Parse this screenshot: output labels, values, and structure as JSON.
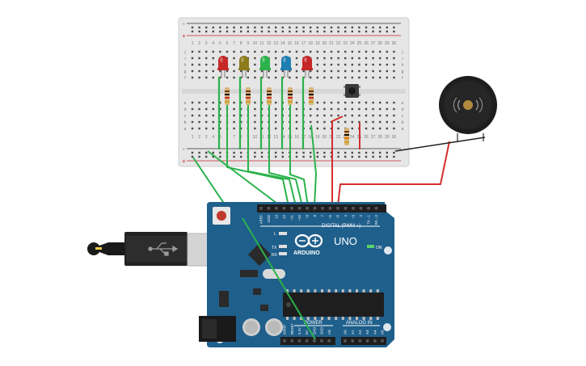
{
  "breadboard": {
    "rail_plus": "+",
    "rail_minus": "-",
    "row_letters_top": [
      "j",
      "i",
      "h",
      "g",
      "f"
    ],
    "row_letters_bottom": [
      "e",
      "d",
      "c",
      "b",
      "a"
    ],
    "column_numbers": [
      "1",
      "2",
      "3",
      "4",
      "5",
      "6",
      "7",
      "8",
      "9",
      "10",
      "11",
      "12",
      "13",
      "14",
      "15",
      "16",
      "17",
      "18",
      "19",
      "20",
      "21",
      "22",
      "23",
      "24",
      "25",
      "26",
      "27",
      "28",
      "29",
      "30"
    ]
  },
  "leds": [
    {
      "name": "led-red-1",
      "color": "#c62828"
    },
    {
      "name": "led-yellow",
      "color": "#8d7a1a"
    },
    {
      "name": "led-green",
      "color": "#2bb24c"
    },
    {
      "name": "led-blue",
      "color": "#1f7fb3"
    },
    {
      "name": "led-red-2",
      "color": "#c62828"
    }
  ],
  "arduino": {
    "brand": "ARDUINO",
    "model": "UNO",
    "digital_label": "DIGITAL (PWM ~)",
    "power_label": "POWER",
    "analog_label": "ANALOG IN",
    "on_label": "ON",
    "tx_label": "TX",
    "rx_label": "RX",
    "l_label": "L",
    "digital_pins": [
      "AREF",
      "GND",
      "13",
      "12",
      "~11",
      "~10",
      "~9",
      "8",
      "7",
      "~6",
      "~5",
      "4",
      "~3",
      "2",
      "TX→1",
      "RX←0"
    ],
    "power_pins": [
      "IOREF",
      "RESET",
      "3.3V",
      "5V",
      "GND",
      "GND",
      "Vin"
    ],
    "analog_pins": [
      "A0",
      "A1",
      "A2",
      "A3",
      "A4",
      "A5"
    ]
  },
  "colors": {
    "board_blue": "#1f5f8b",
    "wire_green": "#2bb24c",
    "wire_red": "#d32f2f",
    "wire_black": "#222222",
    "breadboard": "#e9e9e9"
  }
}
